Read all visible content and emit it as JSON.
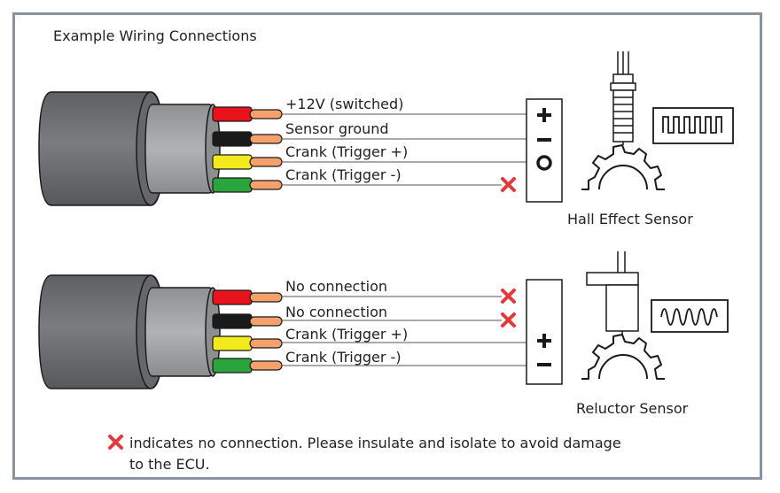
{
  "title": "Example Wiring Connections",
  "hall": {
    "wires": [
      {
        "label": "+12V (switched)",
        "color": "#e8131b"
      },
      {
        "label": "Sensor ground",
        "color": "#1a1a1a"
      },
      {
        "label": "Crank (Trigger +)",
        "color": "#f2ea1c"
      },
      {
        "label": "Crank (Trigger -)",
        "color": "#2aa53c"
      }
    ],
    "terminal_symbols": [
      "+",
      "−",
      "O"
    ],
    "caption": "Hall Effect Sensor"
  },
  "reluctor": {
    "wires": [
      {
        "label": "No connection",
        "color": "#e8131b"
      },
      {
        "label": "No connection",
        "color": "#1a1a1a"
      },
      {
        "label": "Crank (Trigger +)",
        "color": "#f2ea1c"
      },
      {
        "label": "Crank (Trigger -)",
        "color": "#2aa53c"
      }
    ],
    "terminal_symbols": [
      "+",
      "−"
    ],
    "caption": "Reluctor Sensor"
  },
  "note": {
    "line1": "indicates no connection. Please insulate and isolate to avoid damage",
    "line2": "to the ECU."
  },
  "colors": {
    "frame": "#8a949c",
    "cable_outer": "#6f7175",
    "cable_inner": "#a4a6a8",
    "copper": "#f6a06c",
    "x_mark": "#e23a3a"
  }
}
